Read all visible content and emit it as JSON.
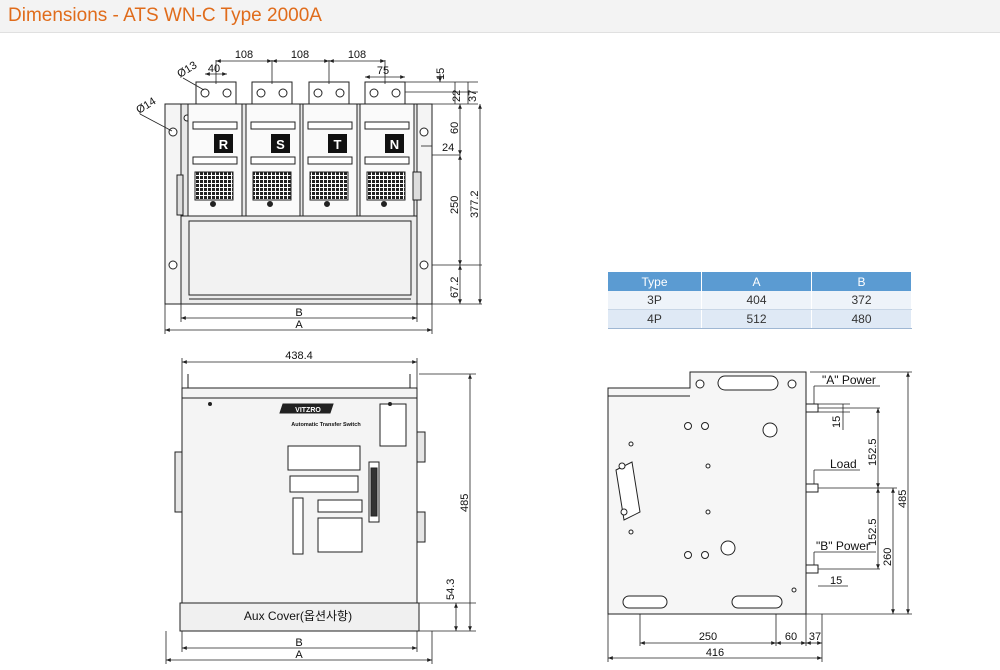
{
  "title": "Dimensions - ATS WN-C Type 2000A",
  "front_view": {
    "dims": {
      "phase_pitch_1": "108",
      "phase_pitch_2": "108",
      "phase_pitch_3": "108",
      "bar_width": "40",
      "bar_width_n": "75",
      "hole_dia_top": "Ø13",
      "hole_dia_side": "Ø14",
      "top_15": "15",
      "top_22": "22",
      "top_37": "37",
      "top_60": "60",
      "side_24": "24",
      "mid_250": "250",
      "total_377": "377.2",
      "bottom_67": "67.2",
      "width_b": "B",
      "width_a": "A"
    },
    "phases": [
      "R",
      "S",
      "T",
      "N"
    ]
  },
  "table": {
    "headers": [
      "Type",
      "A",
      "B"
    ],
    "rows": [
      [
        "3P",
        "404",
        "372"
      ],
      [
        "4P",
        "512",
        "480"
      ]
    ]
  },
  "panel_view": {
    "width_top": "438.4",
    "height": "485",
    "aux_height": "54.3",
    "aux_cover_label": "Aux Cover(옵션사항)",
    "brand": "VITZRO",
    "subtitle": "Automatic Transfer Switch",
    "width_b": "B",
    "width_a": "A"
  },
  "side_view": {
    "labels": {
      "a_power": "\"A\" Power",
      "load": "Load",
      "b_power": "\"B\" Power"
    },
    "dims": {
      "a_15": "15",
      "h_152_a": "152.5",
      "h_152_b": "152.5",
      "h_485": "485",
      "h_260": "260",
      "b_15": "15",
      "w_250": "250",
      "w_60": "60",
      "w_37": "37",
      "w_416": "416"
    }
  }
}
